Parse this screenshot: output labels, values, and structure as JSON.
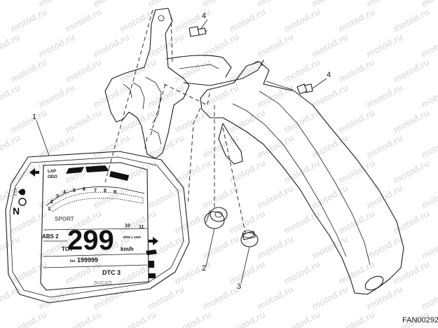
{
  "watermark": "motod.ru",
  "drawing_code": "FAN00292",
  "callouts": [
    "1",
    "2",
    "3",
    "4",
    "4"
  ],
  "dashboard": {
    "lap_label": "LAP",
    "odo_label": "ODO",
    "mode": "SPORT",
    "speed": "299",
    "speed_unit": "km/h",
    "rpm_unit": "RPM x 1000",
    "abs_label": "ABS 2",
    "tot_label": "TOT",
    "odometer": "199999",
    "odometer_unit": "km",
    "dtc_label": "DTC 3",
    "gear": "N",
    "brand": "DUCATI",
    "rpm_ticks": [
      "1",
      "2",
      "3",
      "4",
      "5",
      "6",
      "7",
      "8",
      "9",
      "10",
      "11"
    ]
  }
}
